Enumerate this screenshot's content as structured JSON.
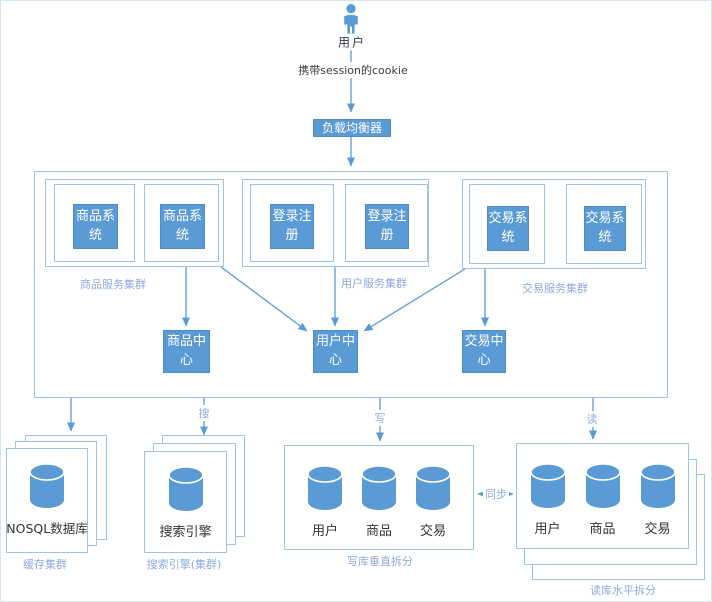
{
  "top": {
    "user_label": "用户",
    "cookie_label": "携带session的cookie",
    "load_balancer_label": "负载均衡器"
  },
  "clusters": [
    {
      "label": "商品服务集群",
      "nodes": [
        "商品系统",
        "商品系统"
      ]
    },
    {
      "label": "用户服务集群",
      "nodes": [
        "登录注册",
        "登录注册"
      ]
    },
    {
      "label": "交易服务集群",
      "nodes": [
        "交易系统",
        "交易系统"
      ]
    }
  ],
  "centers": [
    {
      "label": "商品中心"
    },
    {
      "label": "用户中心"
    },
    {
      "label": "交易中心"
    }
  ],
  "edge_labels": {
    "search": "搜",
    "write": "写",
    "read": "读",
    "sync": "同步"
  },
  "databases": [
    {
      "name": "NOSQL数据库",
      "caption": "缓存集群"
    },
    {
      "name": "搜索引擎",
      "caption": "搜索引擎(集群)"
    },
    {
      "caption": "写库垂直拆分",
      "cylinders": [
        "用户",
        "商品",
        "交易"
      ]
    },
    {
      "caption": "读库水平拆分",
      "cylinders": [
        "用户",
        "商品",
        "交易"
      ]
    }
  ],
  "colors": {
    "primary": "#5B9BD5",
    "light_border": "#9DC3E6",
    "caption_text": "#8FAADC",
    "dark_text": "#333333"
  }
}
